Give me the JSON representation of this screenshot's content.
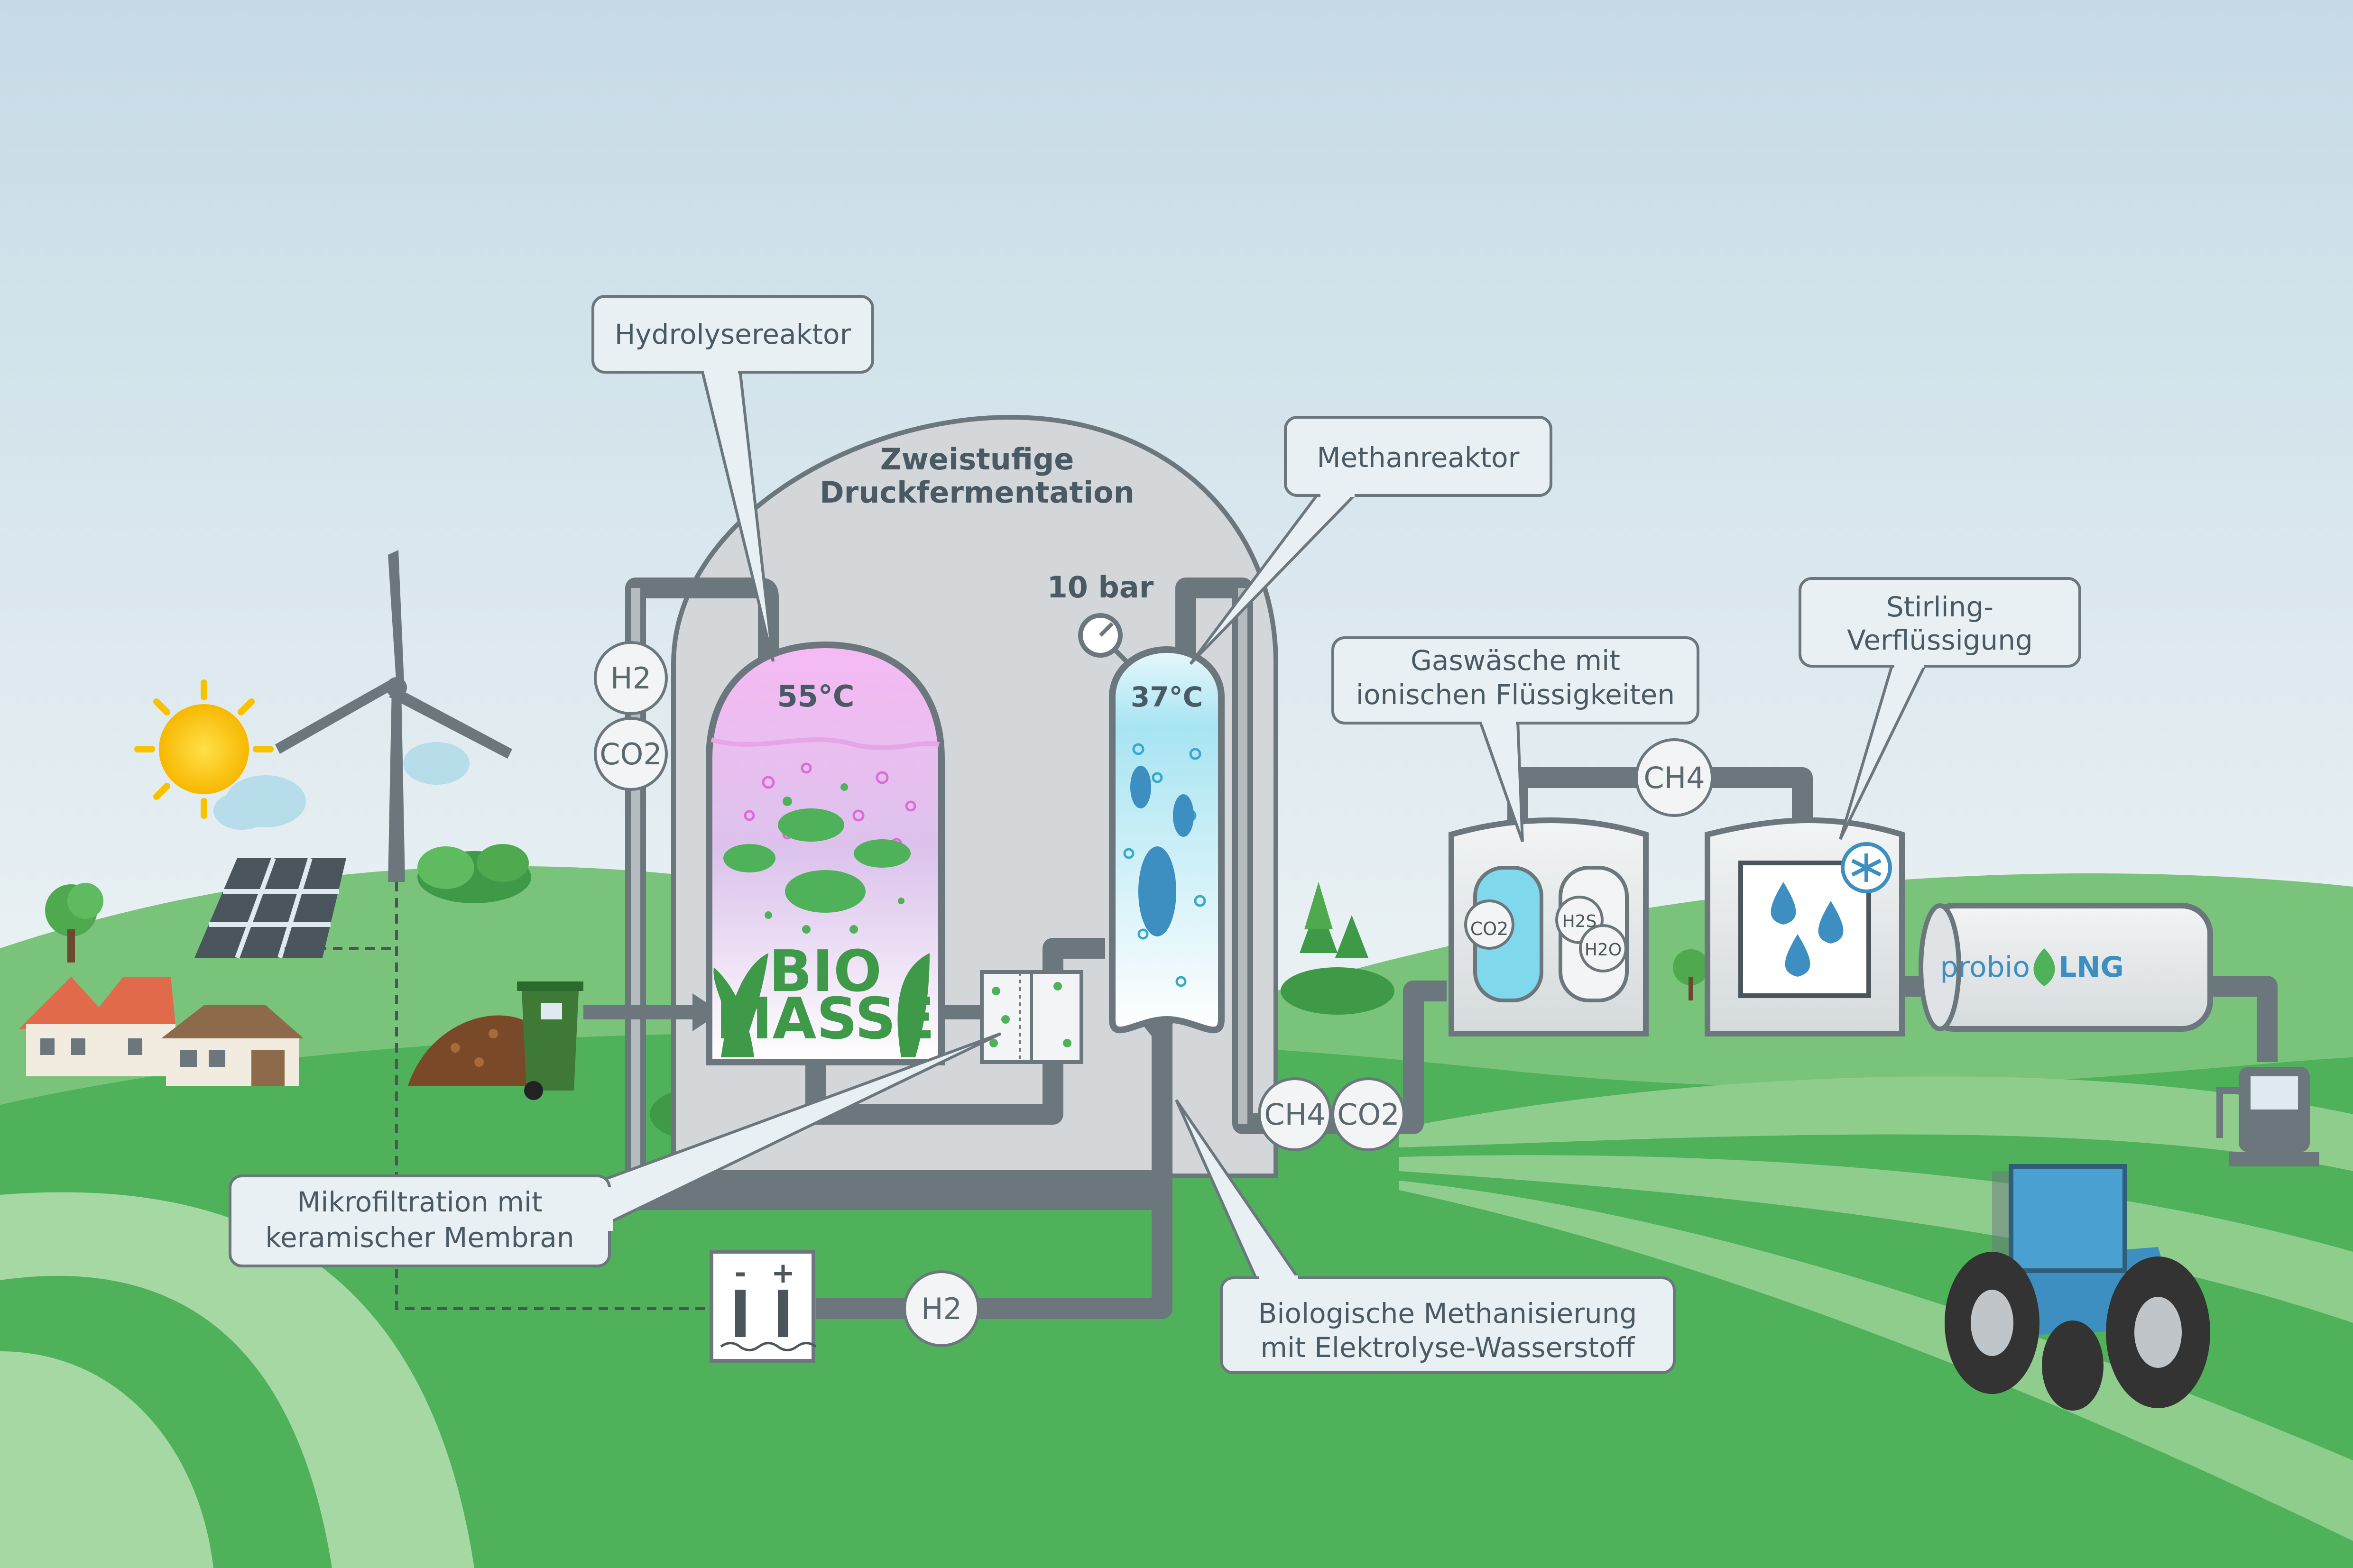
{
  "header": {
    "title_line1": "Zweistufige",
    "title_line2": "Druckfermentation"
  },
  "callouts": {
    "hydrolysis": "Hydrolysereaktor",
    "methane_reactor": "Methanreaktor",
    "gas_scrub_line1": "Gaswäsche mit",
    "gas_scrub_line2": "ionischen Flüssigkeiten",
    "stirling_line1": "Stirling-",
    "stirling_line2": "Verflüssigung",
    "microfilter_line1": "Mikrofiltration mit",
    "microfilter_line2": "keramischer Membran",
    "bio_meth_line1": "Biologische Methanisierung",
    "bio_meth_line2": "mit Elektrolyse-Wasserstoff"
  },
  "reactors": {
    "hydrolysis_temp": "55°C",
    "methane_temp": "37°C",
    "pressure": "10 bar",
    "biomass_line1": "BIO",
    "biomass_line2": "MASSE"
  },
  "gases": {
    "h2_left": "H2",
    "co2_left": "CO2",
    "ch4_out": "CH4",
    "co2_out": "CO2",
    "ch4_top": "CH4",
    "h2_bottom": "H2",
    "co2_scrub": "CO2",
    "h2s_scrub": "H2S",
    "h2o_scrub": "H2O"
  },
  "electrolyzer": {
    "minus": "-",
    "plus": "+"
  },
  "brand": {
    "prefix": "probio",
    "suffix": "LNG"
  },
  "colors": {
    "sky_top": "#c9dde8",
    "grass": "#4fb15a",
    "pipe": "#6c777d",
    "building": "#d3d7d9",
    "hydrolysis_top": "#f3b8f0",
    "methane_liquid": "#8fd8ea",
    "accent_blue": "#3c8fc0",
    "sun": "#f7c200"
  }
}
